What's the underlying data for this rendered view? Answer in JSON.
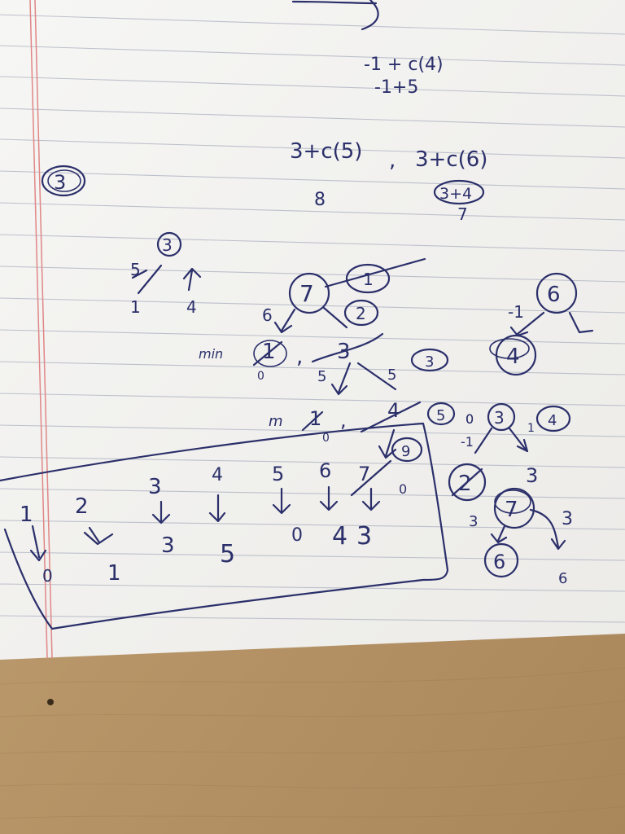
{
  "colors": {
    "paper": "#f4f4f2",
    "rule_line": "#bcc0cb",
    "margin_line": "#e08686",
    "ink": "#2b2f6a",
    "desk": "#b8976a"
  },
  "top_work": {
    "line1": "-1 + c(4)",
    "line2": "-1+5"
  },
  "problem_number": "3",
  "comparison": {
    "left": "3+c(5)",
    "right": "3+c(6)",
    "left_result": "8",
    "right_result_top": "3+4",
    "right_result_bottom": "7"
  },
  "small_tree": {
    "root": "3",
    "left_weight": "5",
    "right_weight": "4",
    "left_value": "1"
  },
  "main_tree": {
    "root": "7",
    "node_1": "1",
    "node_2": "2",
    "left_weight": "6",
    "min_label": "min",
    "min_left": "1",
    "min_left_sub": "0",
    "min_right": "3",
    "weight_a": "5",
    "weight_b": "5",
    "node_3": "3",
    "min_label_2": "m",
    "min2_left": "1",
    "min2_left_sub": "0",
    "min2_right": "4",
    "node_5": "5",
    "node_9": "9",
    "zero_label": "0"
  },
  "right_tree_top": {
    "label": "-1",
    "root": "6",
    "child": "4"
  },
  "right_tree_bottom": {
    "zero_label": "0",
    "root": "3",
    "right_marked": "4",
    "one_label": "1",
    "left_weight": "-1",
    "left_node": "2",
    "right_value": "3",
    "weight_3": "3",
    "node_7": "7",
    "right_weight": "3",
    "child_6": "6",
    "right_child": "6"
  },
  "boxed_table": {
    "top_row": [
      "1",
      "2",
      "3",
      "4",
      "5",
      "6",
      "7"
    ],
    "bottom_row": [
      "0",
      "1",
      "3",
      "5",
      "0",
      "4",
      "3"
    ],
    "seventh_side": "0"
  }
}
